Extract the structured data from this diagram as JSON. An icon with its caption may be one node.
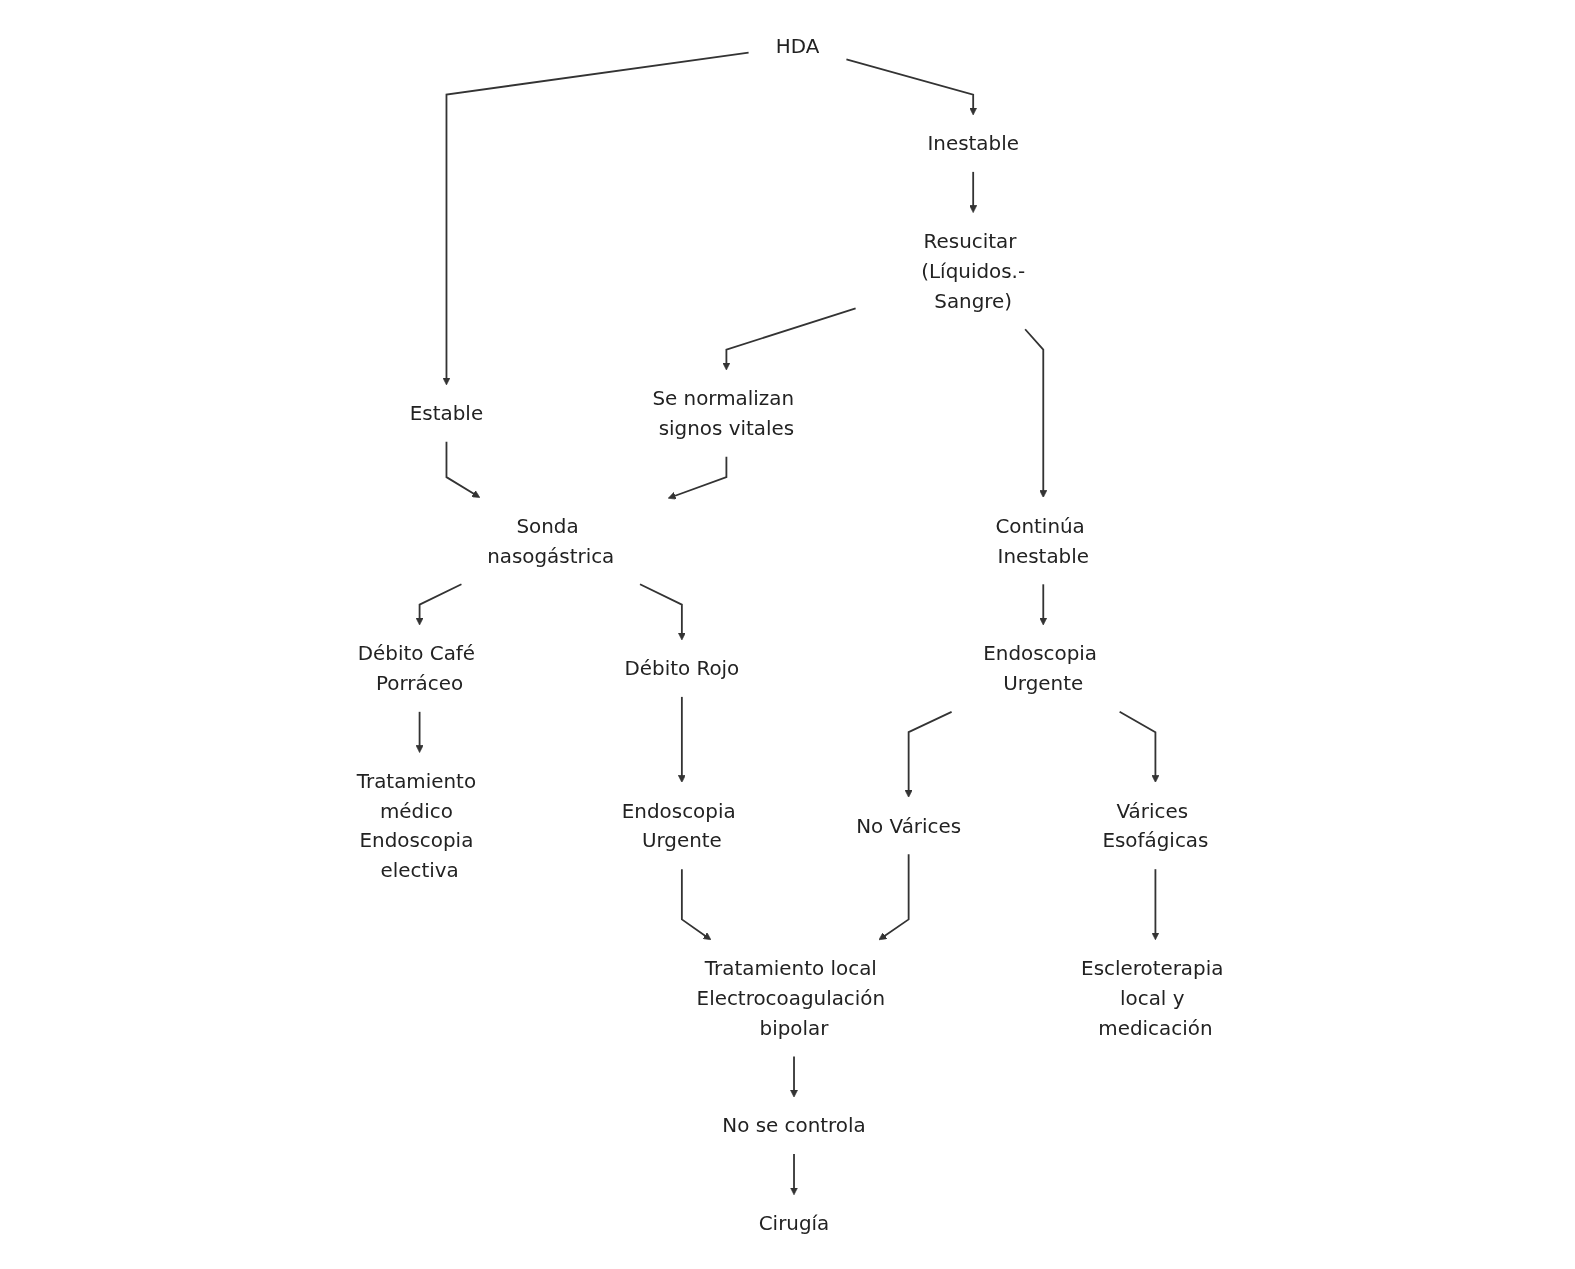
{
  "diagram": {
    "nodes": [
      {
        "text": [
          "HDA"
        ]
      },
      {
        "text": [
          "Estable"
        ]
      },
      {
        "text": [
          "Inestable"
        ]
      },
      {
        "text": [
          "Sonda nasogástrica"
        ]
      },
      {
        "text": [
          "Resucitar (Líquidos.-Sangre)"
        ]
      },
      {
        "text": [
          "Débito Café Porráceo"
        ]
      },
      {
        "text": [
          "Débito Rojo"
        ]
      },
      {
        "text": [
          "Se normalizan signos vitales"
        ]
      },
      {
        "text": [
          "Continúa Inestable"
        ]
      },
      {
        "text": [
          "Tratamiento médico Endoscopia electiva"
        ]
      },
      {
        "text": [
          "Endoscopia Urgente"
        ]
      },
      {
        "text": [
          "Endoscopia Urgente"
        ]
      },
      {
        "text": [
          "No Várices"
        ]
      },
      {
        "text": [
          "Várices Esofágicas"
        ]
      },
      {
        "text": [
          "Tratamiento local Electrocoagulación bipolar"
        ]
      },
      {
        "text": [
          "Escleroterapia local y medicación"
        ]
      },
      {
        "text": [
          "No se controla"
        ]
      },
      {
        "text": [
          "Cirugía"
        ]
      }
    ],
    "edges": [
      {
        "from": 0,
        "to": 1,
        "arrow": "to"
      },
      {
        "from": 0,
        "to": 2,
        "arrow": "to"
      },
      {
        "from": 1,
        "to": 3,
        "arrow": "to"
      },
      {
        "from": 2,
        "to": 4,
        "arrow": "to"
      },
      {
        "from": 3,
        "to": 5,
        "arrow": "to"
      },
      {
        "from": 3,
        "to": 6,
        "arrow": "to"
      },
      {
        "from": 7,
        "to": 3,
        "arrow": "to"
      },
      {
        "from": 4,
        "to": 7,
        "arrow": "to"
      },
      {
        "from": 4,
        "to": 8,
        "arrow": "to"
      },
      {
        "from": 5,
        "to": 9,
        "arrow": "to"
      },
      {
        "from": 6,
        "to": 10,
        "arrow": "to"
      },
      {
        "from": 8,
        "to": 11,
        "arrow": "to"
      },
      {
        "from": 11,
        "to": 12,
        "arrow": "to"
      },
      {
        "from": 11,
        "to": 13,
        "arrow": "to"
      },
      {
        "from": 10,
        "to": 14,
        "arrow": "to"
      },
      {
        "from": 12,
        "to": 14,
        "arrow": "to"
      },
      {
        "from": 13,
        "to": 15,
        "arrow": "to"
      },
      {
        "from": 14,
        "to": 16,
        "arrow": "to"
      },
      {
        "from": 16,
        "to": 17,
        "arrow": "to"
      }
    ]
  }
}
